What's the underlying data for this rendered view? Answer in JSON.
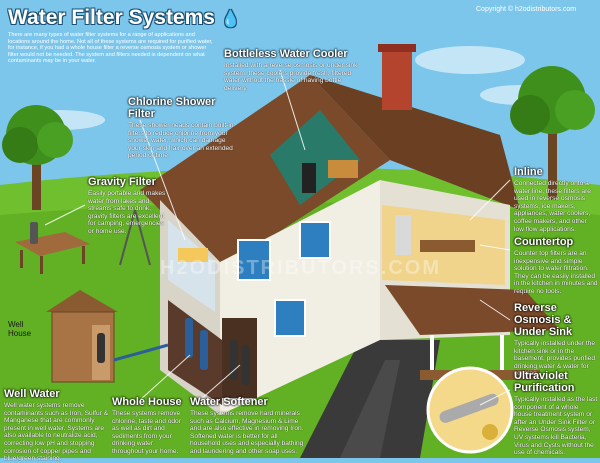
{
  "title": "Water Filter Systems",
  "copyright": "Copyright © h2odistributors.com",
  "intro": "There are many types of water filter systems for a range of applications and locations around the home. Not all of these systems are required for purified water, for instance, if you had a whole house filter a reverse osmosis system or shower filter would not be needed. The system and filters needed is dependent on what contaminants may be in your water.",
  "watermark": "H2ODISTRIBUTORS.COM",
  "well_house_label": "Well House",
  "colors": {
    "sky": "#7cc6ec",
    "grass": "#6fbf2e",
    "roof": "#7a4a2a",
    "house": "#f1eee4",
    "accent": "#1e5b8a"
  },
  "sections": {
    "bottleless": {
      "title": "Bottleless Water Cooler",
      "body": "Installed with a reverse osmosis or under sink system, these coolers provide fresh, filtered water without the hassle of having bottle delivery."
    },
    "shower": {
      "title": "Chlorine Shower Filter",
      "body": "These shower heads contain built-in filters to reduce chlorine from your shower water, which can damage your skin and hair over an extended period of time."
    },
    "gravity": {
      "title": "Gravity Filter",
      "body": "Easily portable and makes water from lakes and streams safe to drink, gravity filters are excellent for camping, emergencies or home use."
    },
    "inline": {
      "title": "Inline",
      "body": "Connected directly onto a water line, these filters are used in reverse osmosis systems, ice makers, appliances, water coolers, coffee makers, and other low flow applications."
    },
    "countertop": {
      "title": "Countertop",
      "body": "Counter top filters are an inexpensive and simple solution to water filtration. They can be easily installed in the kitchen in minutes and require no tools."
    },
    "ro": {
      "title": "Reverse Osmosis & Under Sink",
      "body": "Typically installed under the kitchen sink or in the basement, provides purified drinking water & water for cooking."
    },
    "uv": {
      "title": "Ultraviolet Purification",
      "body": "Typically installed as the last component of a whole house treatment system or after an Under Sink Filter or Reverse Osmosis system, UV systems kill Bacteria, Virus and Cysts without the use of chemicals."
    },
    "well": {
      "title": "Well Water",
      "body": "Well water systems remove contaminants such as Iron, Sulfur & Manganese that are commonly present in well water. Systems are also available to neutralize acid, correcting low pH and stopping corrosion of copper pipes and blue/green staining."
    },
    "whole": {
      "title": "Whole House",
      "body": "These systems remove chlorine, taste and odor as well as dirt and sediments from your drinking water throughout your home."
    },
    "softener": {
      "title": "Water Softener",
      "body": "These systems remove hard minerals such as Calcium, Magnesium & Lime and are also effective in removing Iron. Softened water is better for all household uses and especially bathing and laundering and other soap uses."
    }
  }
}
